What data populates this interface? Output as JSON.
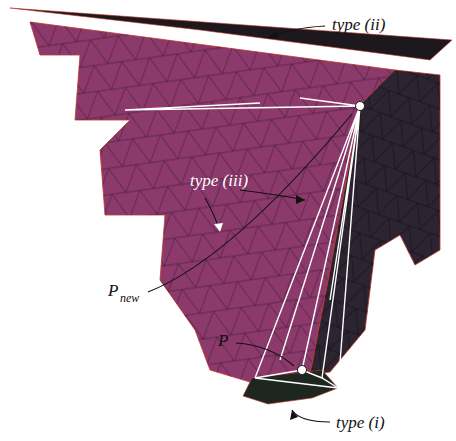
{
  "diagram": {
    "labels": [
      "type (ii)",
      "type (iii)",
      "P",
      "new",
      "P",
      "type (i)"
    ]
  }
}
